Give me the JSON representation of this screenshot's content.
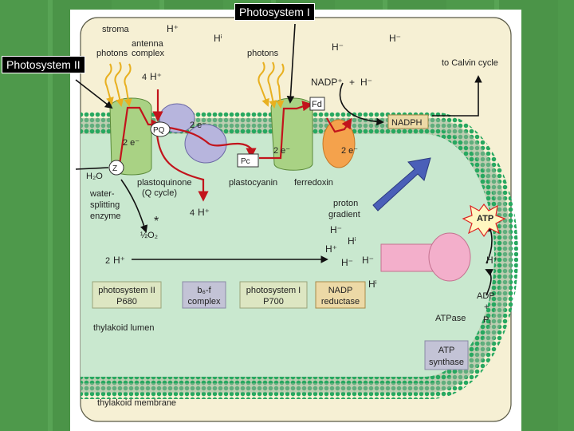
{
  "callouts": {
    "ps2": "Photosystem II",
    "ps1": "Photosystem I"
  },
  "labels": {
    "stroma": "stroma",
    "photons_left": "photons",
    "antenna": "antenna",
    "complex": "complex",
    "photons_right": "photons",
    "to_calvin": "to Calvin cycle",
    "nadp_plus": "NADP⁺",
    "plus": "+",
    "nadph": "NADPH",
    "fd": "Fd",
    "pq": "PQ",
    "pc": "Pc",
    "z": "Z",
    "h2o": "H₂O",
    "water1": "water-",
    "water2": "splitting",
    "water3": "enzyme",
    "half_o2": "½O₂",
    "plastoquinone": "plastoquinone",
    "q_cycle": "(Q cycle)",
    "plastocyanin": "plastocyanin",
    "ferredoxin": "ferredoxin",
    "proton1": "proton",
    "proton2": "gradient",
    "atp": "ATP",
    "adp": "ADP",
    "pi": "P",
    "pi_sub": "i",
    "atpase": "ATPase",
    "lumen": "thylakoid lumen",
    "membrane": "thylakoid membrane",
    "two_e": "2 e⁻",
    "h_plus": "H⁺",
    "h_minus": "H⁻",
    "h_bar": "Hⁱ",
    "coef4": "4",
    "coef2": "2",
    "asterisk": "*"
  },
  "boxes": {
    "ps2_1": "photosystem II",
    "ps2_2": "P680",
    "b6f_1": "b₆-f",
    "b6f_2": "complex",
    "ps1_1": "photosystem I",
    "ps1_2": "P700",
    "nadp_1": "NADP",
    "nadp_2": "reductase",
    "atps_1": "ATP",
    "atps_2": "synthase"
  },
  "colors": {
    "cream": "#f6f0d4",
    "lumen": "#c9e8cf",
    "bead": "#27a860",
    "tail": "#6a7c6e",
    "arrow_red": "#c2141c",
    "photon_yellow": "#e8b020",
    "tan_box": "#ecd9a6",
    "label_box": "#dde6c2",
    "gray_box": "#c3c3d6",
    "ps_green": "#a9d284",
    "b6f_purple": "#b7b5dd",
    "fnr_orange": "#f4a24c",
    "atp_pink": "#f3afcb",
    "big_arrow": "#4a5fb8"
  }
}
